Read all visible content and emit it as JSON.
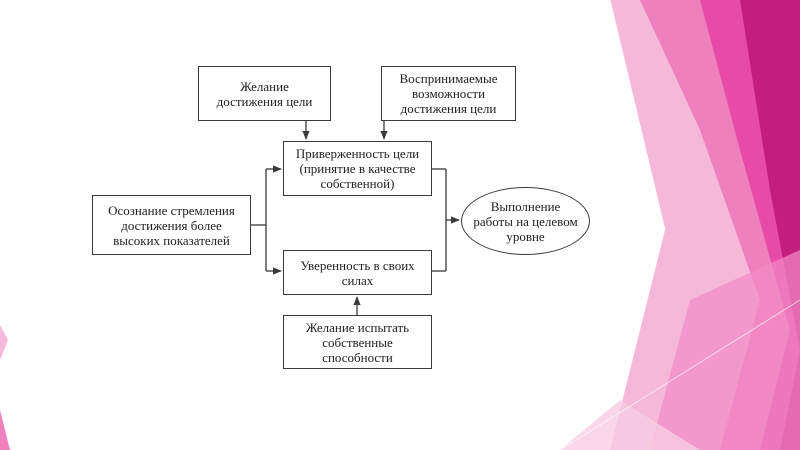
{
  "diagram": {
    "box_desire": "Желание\nдостижения цели",
    "box_perceived": "Воспринимаемые\nвозможности\nдостижения цели",
    "box_commitment": "Приверженность цели\n(принятие в качестве\nсобственной)",
    "box_awareness": "Осознание стремления\nдостижения более\nвысоких показателей",
    "box_confidence": "Уверенность в своих\nсилах",
    "box_test": "Желание испытать\nсобственные\nспособности",
    "ellipse_result": "Выполнение\nработы на целевом\nуровне"
  },
  "colors": {
    "pink_light": "#f5b8d8",
    "pink_mid": "#ee80bd",
    "pink_bright": "#e84ba6",
    "magenta": "#c41e7c",
    "line": "#3a3a3a"
  }
}
